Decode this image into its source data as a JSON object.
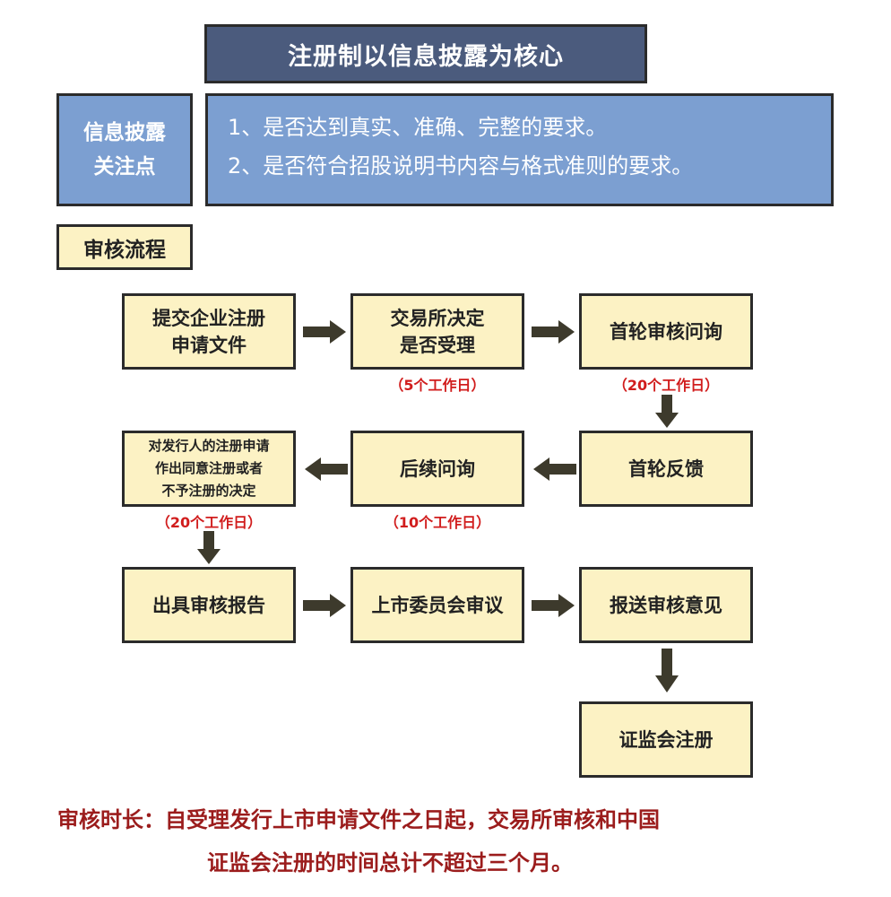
{
  "title": "注册制以信息披露为核心",
  "disclosure": {
    "label_lines": [
      "信息披露",
      "关注点"
    ],
    "points": [
      "1、是否达到真实、准确、完整的要求。",
      "2、是否符合招股说明书内容与格式准则的要求。"
    ]
  },
  "process_label": "审核流程",
  "nodes": {
    "submit": [
      "提交企业注册",
      "申请文件"
    ],
    "exchange_decide": [
      "交易所决定",
      "是否受理"
    ],
    "first_inquiry": [
      "首轮审核问询"
    ],
    "first_feedback": [
      "首轮反馈"
    ],
    "follow_up": [
      "后续问询"
    ],
    "decision": [
      "对发行人的注册申请",
      "作出同意注册或者",
      "不予注册的决定"
    ],
    "report": [
      "出具审核报告"
    ],
    "committee": [
      "上市委员会审议"
    ],
    "send_opinion": [
      "报送审核意见"
    ],
    "csrc_register": [
      "证监会注册"
    ]
  },
  "durations": {
    "exchange_decide": "（5个工作日）",
    "first_inquiry": "（20个工作日）",
    "decision": "（20个工作日）",
    "follow_up": "（10个工作日）"
  },
  "footer": {
    "line1": "审核时长：自受理发行上市申请文件之日起，交易所审核和中国",
    "line2": "证监会注册的时间总计不超过三个月。"
  },
  "colors": {
    "title_bg": "#4b5b7d",
    "info_bg": "#7c9fd1",
    "node_bg": "#fcf2c4",
    "arrow": "#3d3a2c",
    "duration_text": "#d11d1d",
    "footer_text": "#9b1c1c"
  }
}
